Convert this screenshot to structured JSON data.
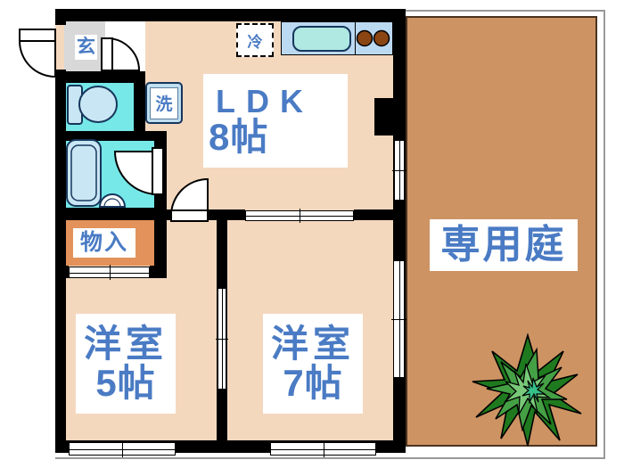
{
  "floorplan": {
    "rooms": {
      "ldk": {
        "label": "LDK",
        "size": "8帖"
      },
      "western5": {
        "label": "洋室",
        "size": "5帖"
      },
      "western7": {
        "label": "洋室",
        "size": "7帖"
      },
      "garden": {
        "label": "専用庭"
      },
      "storage": {
        "label": "物入"
      },
      "entrance": {
        "label": "玄"
      }
    },
    "fixtures": {
      "washing_machine": {
        "label": "洗"
      },
      "refrigerator": {
        "label": "冷"
      }
    },
    "colors": {
      "label_text": "#4a7bc4",
      "floor": "#f4d8be",
      "garden": "#cd9363",
      "wet_area": "#76e8e8",
      "storage": "#e2925a",
      "fixture_fill": "#c9e6f4",
      "kitchen_counter": "#bcd9f2",
      "entrance_floor": "#d8d8d8",
      "wall": "#000000",
      "plant_greens": [
        "#1f7a1f",
        "#45a045",
        "#79c879",
        "#35c08a"
      ]
    }
  }
}
